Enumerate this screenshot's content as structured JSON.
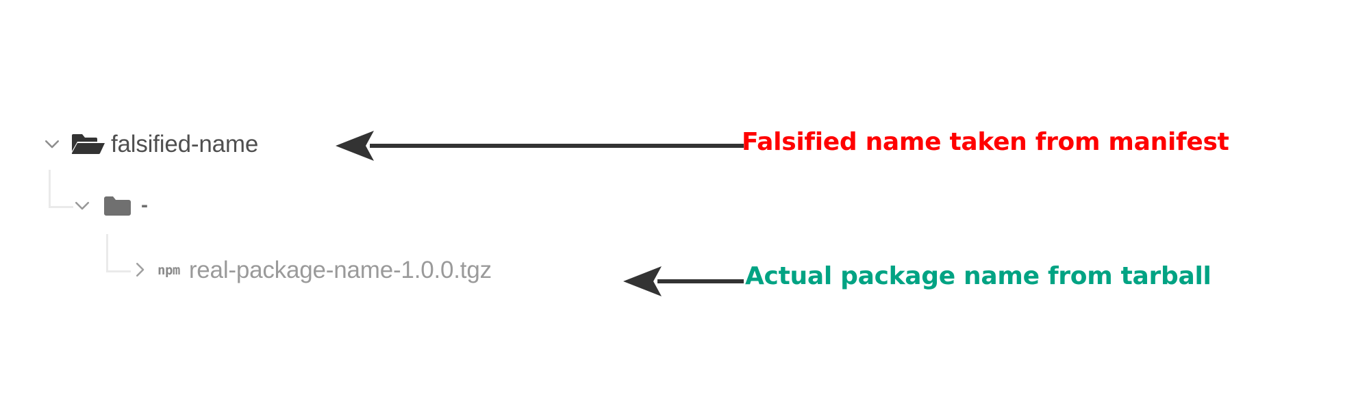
{
  "tree": {
    "nodes": [
      {
        "label": "falsified-name",
        "icon": "folder-open-icon",
        "chevron": "chevron-down-icon",
        "expanded": true,
        "depth": 0
      },
      {
        "label": "-",
        "icon": "folder-closed-icon",
        "chevron": "chevron-down-icon",
        "expanded": true,
        "depth": 1
      },
      {
        "label": "real-package-name-1.0.0.tgz",
        "badge": "npm",
        "icon": "npm-package-icon",
        "chevron": "chevron-right-icon",
        "expanded": false,
        "depth": 2
      }
    ]
  },
  "annotations": [
    {
      "id": "falsified-name-callout",
      "text": "Falsified name taken from manifest",
      "color": "#FF0000",
      "arrow": "arrow-left-icon",
      "arrow_color": "#333333"
    },
    {
      "id": "actual-name-callout",
      "text": "Actual package name from tarball",
      "color": "#00A383",
      "arrow": "arrow-left-icon",
      "arrow_color": "#333333"
    }
  ],
  "colors": {
    "background": "#FFFFFF",
    "guide_line": "#EAEAEA",
    "chevron": "#8E8E8E",
    "folder_dark": "#333333",
    "folder_gray": "#707070",
    "label_dark": "#4F4F4F",
    "label_light": "#9A9A9A",
    "arrow": "#333333",
    "accent_red": "#FF0000",
    "accent_teal": "#00A383"
  }
}
